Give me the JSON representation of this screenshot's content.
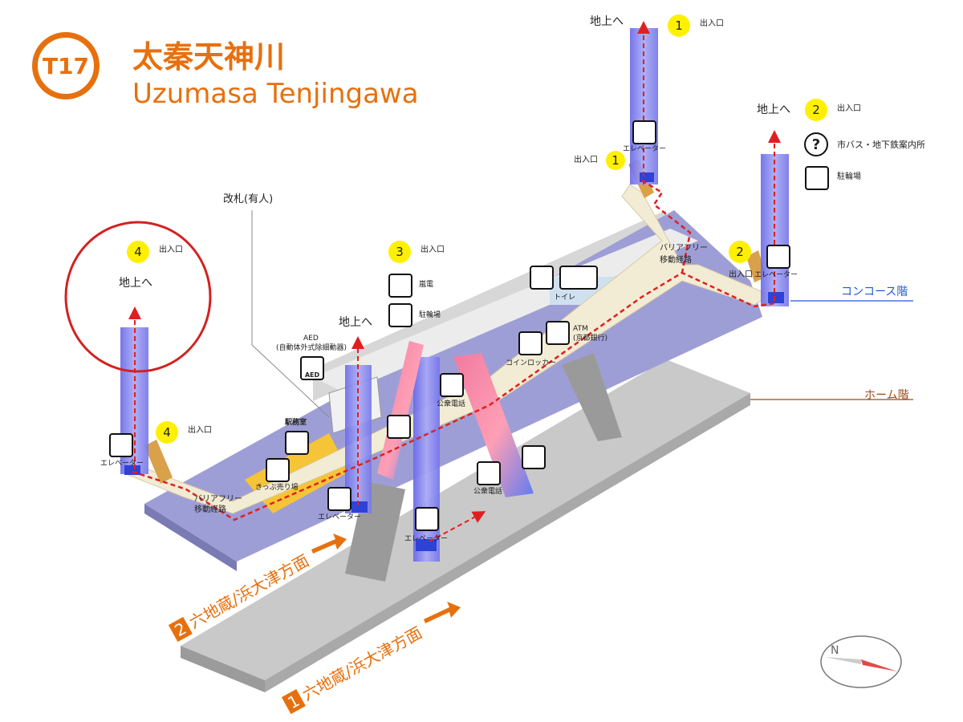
{
  "station": {
    "number": "T17",
    "name_ja": "太秦天神川",
    "name_en": "Uzumasa Tenjingawa",
    "brand_color": "#e7700e"
  },
  "floors": {
    "concourse": "コンコース階",
    "platform": "ホーム階",
    "concourse_color": "#1f5bd6",
    "platform_color": "#9b4b1c"
  },
  "exits": [
    {
      "number": "1",
      "label": "出入口",
      "above": "地上へ"
    },
    {
      "number": "2",
      "label": "出入口",
      "above": "地上へ"
    },
    {
      "number": "3",
      "label": "出入口"
    },
    {
      "number": "4",
      "label": "出入口",
      "above": "地上へ"
    }
  ],
  "exit_extra": {
    "exit2_side": "出入口"
  },
  "legend": [
    {
      "icon": "question-icon",
      "label": "市バス・地下鉄案内所"
    },
    {
      "icon": "bicycle-icon",
      "label": "駐輪場"
    }
  ],
  "labels": {
    "gate": "改札(有人)",
    "barrier_free": "バリアフリー",
    "barrier_free_route": "移動経路",
    "elevator": "エレベーター",
    "above_ground": "地上へ",
    "aed": "AED",
    "aed_sub": "(自動体外式除細動器)",
    "aed_badge": "AED",
    "station_office": "駅務室",
    "ticket": "きっぷ売り場",
    "public_phone": "公衆電話",
    "toilet": "トイレ",
    "atm": "ATM",
    "atm_bank": "(京都銀行)",
    "locker": "コインロッカー",
    "randen": "嵐電",
    "bike": "駐輪場"
  },
  "directions": [
    {
      "track": "2",
      "text": "六地蔵/浜大津方面"
    },
    {
      "track": "1",
      "text": "六地蔵/浜大津方面"
    }
  ],
  "colors": {
    "shaft": "#8c8cf0",
    "route": "#e02020",
    "walkway": "#f3ecd5",
    "platform": "#c9c9c9",
    "highlight_circle": "#d42020",
    "badge": "#fff000"
  }
}
